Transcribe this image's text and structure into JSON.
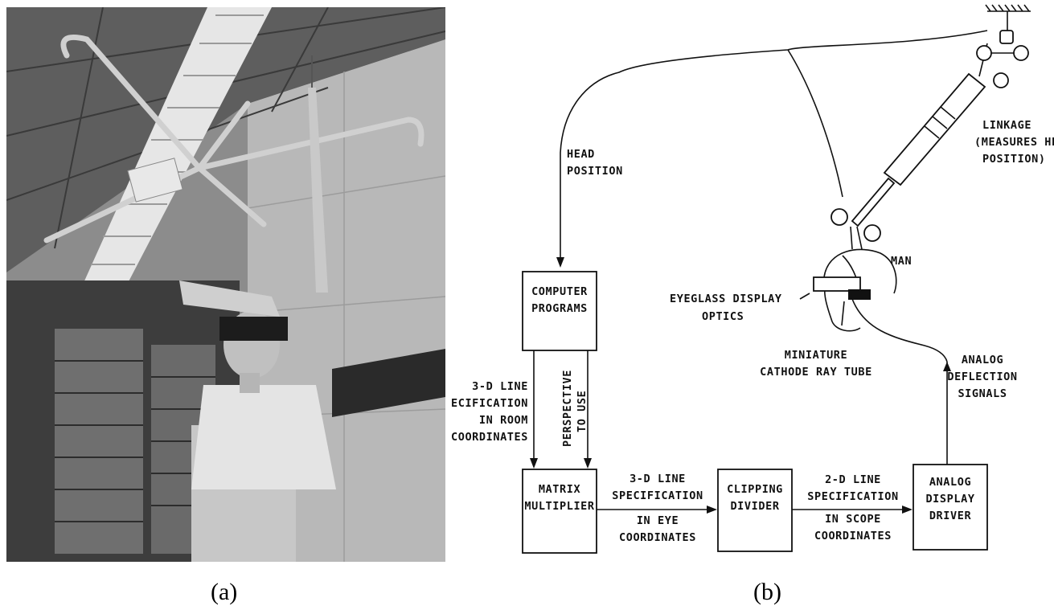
{
  "photo": {
    "caption": "(a)"
  },
  "diagram": {
    "caption": "(b)",
    "boxes": {
      "computer_programs": [
        "COMPUTER",
        "PROGRAMS"
      ],
      "matrix_multiplier": [
        "MATRIX",
        "MULTIPLIER"
      ],
      "clipping_divider": [
        "CLIPPING",
        "DIVIDER"
      ],
      "analog_display_driver": [
        "ANALOG",
        "DISPLAY",
        "DRIVER"
      ]
    },
    "labels": {
      "head_position": [
        "HEAD",
        "POSITION"
      ],
      "line_room": [
        "3-D LINE",
        "SPECIFICATION",
        "IN ROOM",
        "COORDINATES"
      ],
      "perspective": [
        "PERSPECTIVE",
        "TO USE"
      ],
      "line_eye": [
        "3-D LINE",
        "SPECIFICATION",
        "IN EYE",
        "COORDINATES"
      ],
      "line_scope": [
        "2-D LINE",
        "SPECIFICATION",
        "IN SCOPE",
        "COORDINATES"
      ],
      "linkage": [
        "LINKAGE",
        "(MEASURES HEAD",
        "POSITION)"
      ],
      "man": [
        "MAN"
      ],
      "eyeglass": [
        "EYEGLASS DISPLAY",
        "OPTICS"
      ],
      "crt": [
        "MINIATURE",
        "CATHODE RAY TUBE"
      ],
      "analog_deflection": [
        "ANALOG",
        "DEFLECTION",
        "SIGNALS"
      ]
    }
  }
}
